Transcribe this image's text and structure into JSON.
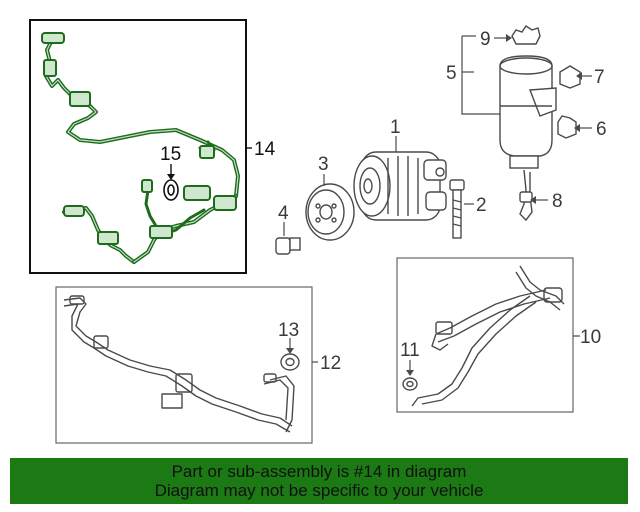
{
  "diagram": {
    "callouts": {
      "c1": "1",
      "c2": "2",
      "c3": "3",
      "c4": "4",
      "c5": "5",
      "c6": "6",
      "c7": "7",
      "c8": "8",
      "c9": "9",
      "c10": "10",
      "c11": "11",
      "c12": "12",
      "c13": "13",
      "c14": "14",
      "c15": "15"
    },
    "highlight_part": "14"
  },
  "colors": {
    "highlight_part": "#1e6b1e",
    "part_line": "#4a4a4a",
    "banner_bg": "#1b7a13"
  },
  "banner": {
    "line1": "Part or sub-assembly is #14 in diagram",
    "line2": "Diagram may not be specific to your vehicle"
  }
}
